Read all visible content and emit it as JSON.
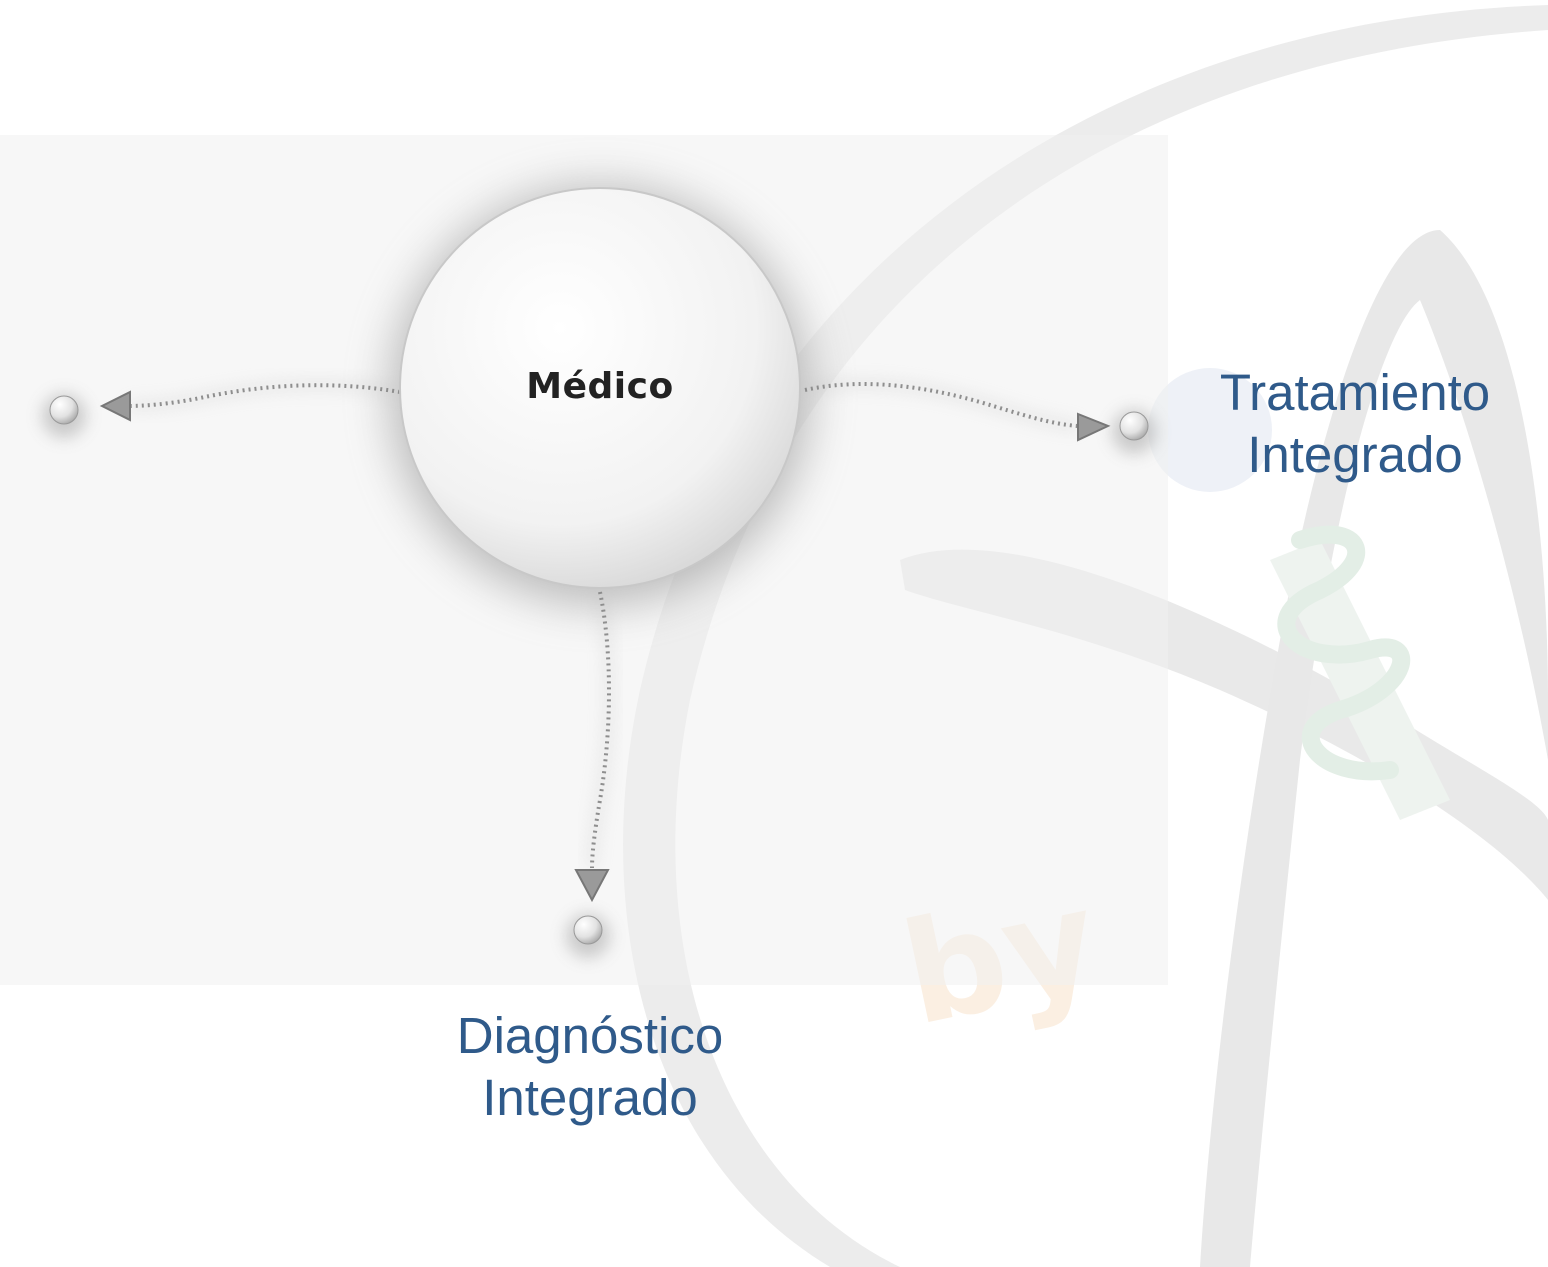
{
  "center_node": {
    "label": "Médico"
  },
  "targets": {
    "right": {
      "line1": "Tratamiento",
      "line2": "Integrado"
    },
    "bottom": {
      "line1": "Diagnóstico",
      "line2": "Integrado"
    }
  },
  "colors": {
    "label_blue": "#2f5a8a",
    "node_fill": "#f4f4f4",
    "watermark_gray": "#e6e6e6"
  }
}
